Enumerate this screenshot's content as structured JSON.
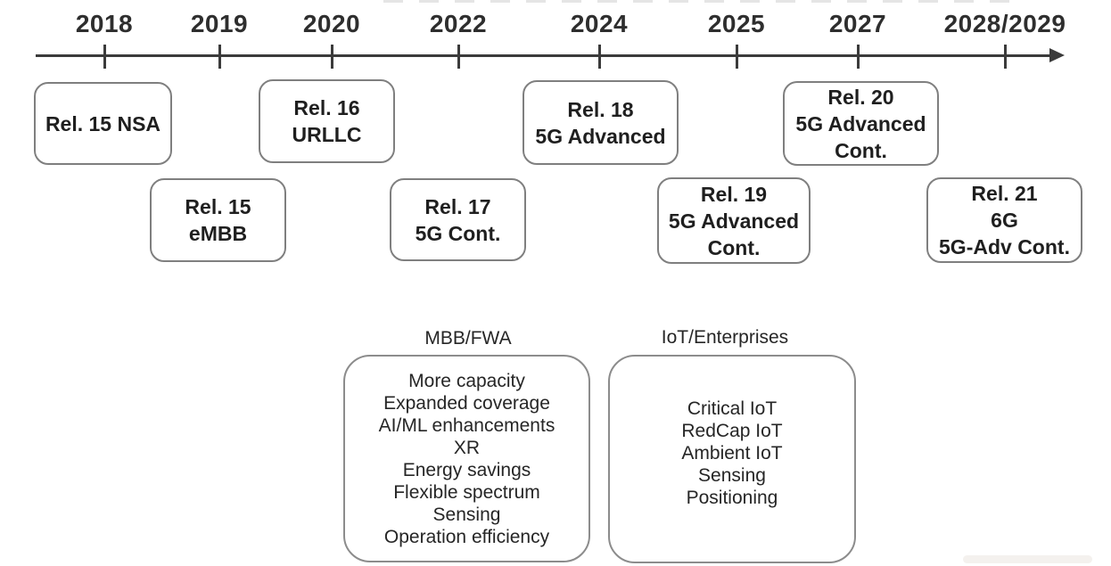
{
  "timeline": {
    "years": [
      "2018",
      "2019",
      "2020",
      "2022",
      "2024",
      "2025",
      "2027",
      "2028/2029"
    ]
  },
  "releases": [
    {
      "lines": [
        "Rel. 15 NSA"
      ]
    },
    {
      "lines": [
        "Rel. 15",
        "eMBB"
      ]
    },
    {
      "lines": [
        "Rel. 16",
        "URLLC"
      ]
    },
    {
      "lines": [
        "Rel. 17",
        "5G Cont."
      ]
    },
    {
      "lines": [
        "Rel. 18",
        "5G Advanced"
      ]
    },
    {
      "lines": [
        "Rel. 19",
        "5G Advanced",
        "Cont."
      ]
    },
    {
      "lines": [
        "Rel. 20",
        "5G Advanced",
        "Cont."
      ]
    },
    {
      "lines": [
        "Rel. 21",
        "6G",
        "5G-Adv Cont."
      ]
    }
  ],
  "groups": [
    {
      "title": "MBB/FWA",
      "items": [
        "More capacity",
        "Expanded coverage",
        "AI/ML enhancements",
        "XR",
        "Energy savings",
        "Flexible spectrum",
        "Sensing",
        "Operation efficiency"
      ]
    },
    {
      "title": "IoT/Enterprises",
      "items": [
        "Critical IoT",
        "RedCap IoT",
        "Ambient IoT",
        "Sensing",
        "Positioning"
      ]
    }
  ],
  "colors": {
    "axis": "#3b3b3b",
    "box_border": "#7f7f7f",
    "group_border": "#8c8c8c",
    "text": "#1f1f1f"
  }
}
